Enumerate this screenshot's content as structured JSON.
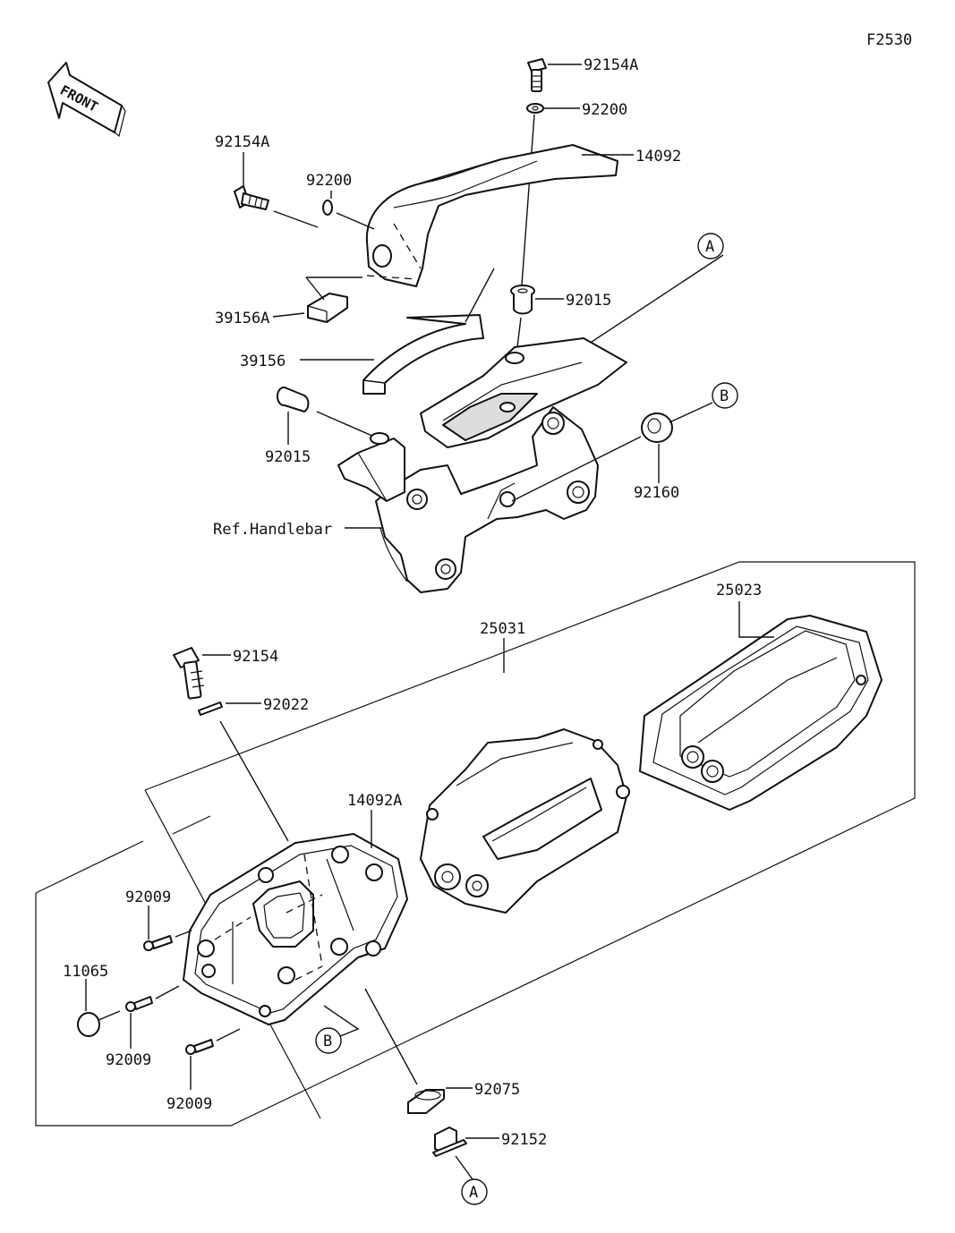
{
  "figure_id": "F2530",
  "front_label": "FRONT",
  "labels": {
    "p92154A_top": "92154A",
    "p92200_top": "92200",
    "p14092": "14092",
    "p92154A_left": "92154A",
    "p92200_left": "92200",
    "p39156A": "39156A",
    "p39156": "39156",
    "p92015_right": "92015",
    "p92015_left": "92015",
    "p92160": "92160",
    "ref_handlebar": "Ref.Handlebar",
    "p25023": "25023",
    "p25031": "25031",
    "p92154": "92154",
    "p92022": "92022",
    "p14092A": "14092A",
    "p92009_a": "92009",
    "p11065": "11065",
    "p92009_b": "92009",
    "p92009_c": "92009",
    "p92075": "92075",
    "p92152": "92152"
  },
  "callouts": {
    "a_top": "A",
    "b_top": "B",
    "b_bottom": "B",
    "a_bottom": "A"
  }
}
